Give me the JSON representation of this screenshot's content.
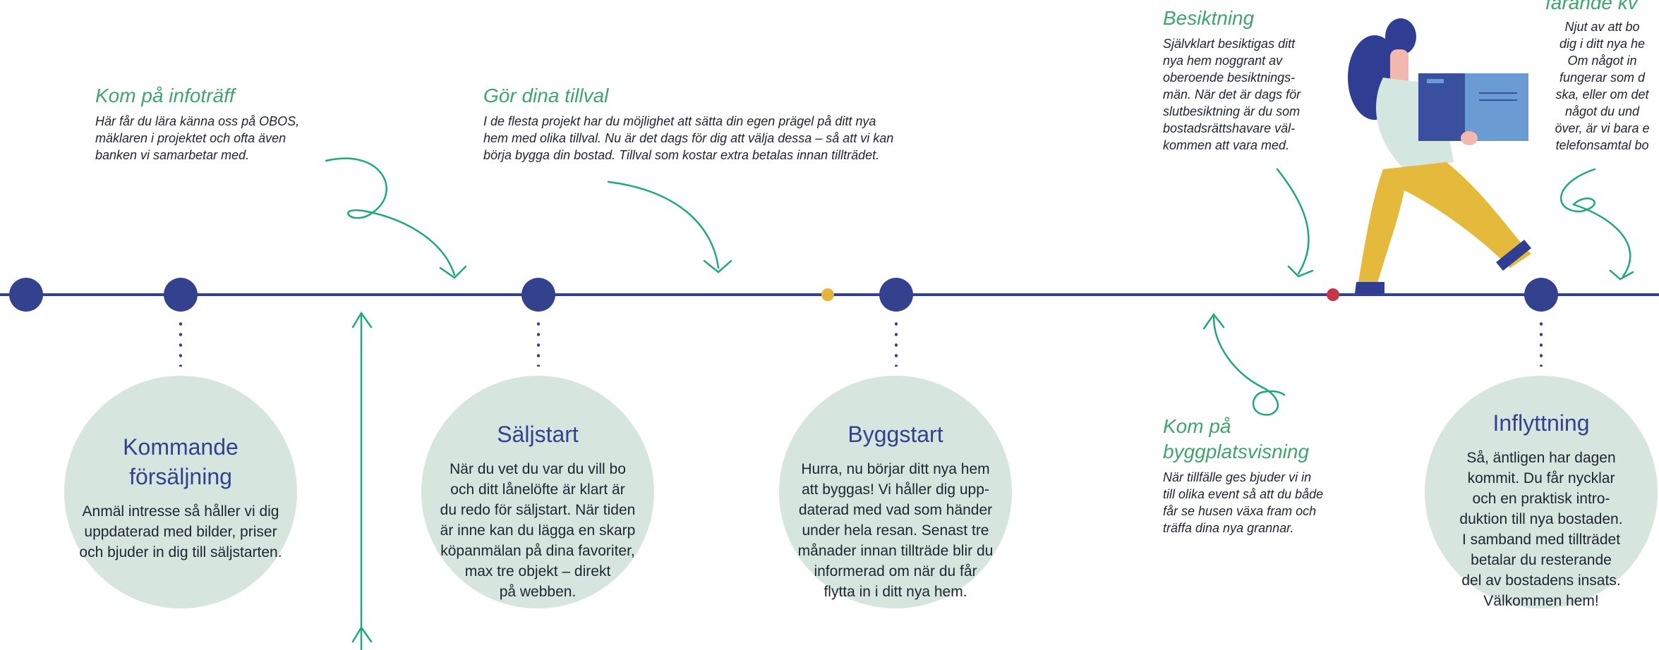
{
  "colors": {
    "line": "#34418f",
    "circle_fill": "#d6e6de",
    "heading_blue": "#34418f",
    "note_green": "#3fa56b",
    "accent_yellow": "#e3b53a",
    "accent_red": "#c8354a"
  },
  "circles": [
    {
      "title": "Kommande\nförsäljning",
      "text": "Anmäl intresse så håller vi dig\nuppdaterad med bilder, priser\noch bjuder in dig till säljstarten."
    },
    {
      "title": "Säljstart",
      "text": "När du vet du var du vill bo\noch ditt lånelöfte är klart är\ndu redo för säljstart. När tiden\när inne kan du lägga en skarp\nköpanmälan på dina favoriter,\nmax tre objekt – direkt\npå webben."
    },
    {
      "title": "Byggstart",
      "text": "Hurra, nu börjar ditt nya hem\natt byggas! Vi håller dig upp-\ndaterad med vad som händer\nunder hela resan. Senast tre\nmånader innan tillträde blir du\ninformerad om när du får\nflytta in i ditt nya hem."
    },
    {
      "title": "Inflyttning",
      "text": "Så, äntligen har dagen\nkommit. Du får nycklar\noch en praktisk intro-\nduktion till nya bostaden.\nI samband med tillträdet\nbetalar du resterande\ndel av bostadens insats.\nVälkommen hem!"
    }
  ],
  "notes": [
    {
      "title": "Kom på infoträff",
      "text": "Här får du lära känna oss på OBOS,\nmäklaren i projektet och ofta även\nbanken vi samarbetar med."
    },
    {
      "title": "Gör dina tillval",
      "text": "I de flesta projekt har du möjlighet att sätta din egen prägel på ditt nya\nhem med olika tillval. Nu är det dags för dig att välja dessa – så att vi kan\nbörja bygga din bostad. Tillval som kostar extra betalas innan tillträdet."
    },
    {
      "title": "Besiktning",
      "text": "Självklart besiktigas ditt\nnya hem noggrant av\noberoende besiktnings-\nmän. När det är dags för\nslutbesiktning är du som\nbostadsrättshavare väl-\nkommen att vara med."
    },
    {
      "title": "Kom på\nbyggplatsvisning",
      "text": "När tillfälle ges bjuder vi in\ntill olika event så att du både\nfår se husen växa fram och\nträffa dina nya grannar."
    },
    {
      "title": "farande kv",
      "text": "Njut av att bo\ndig i ditt nya he\nOm något in\nfungerar som d\nska, eller om det\nnågot du und\növer, är vi bara e\ntelefonsamtal bo"
    }
  ]
}
